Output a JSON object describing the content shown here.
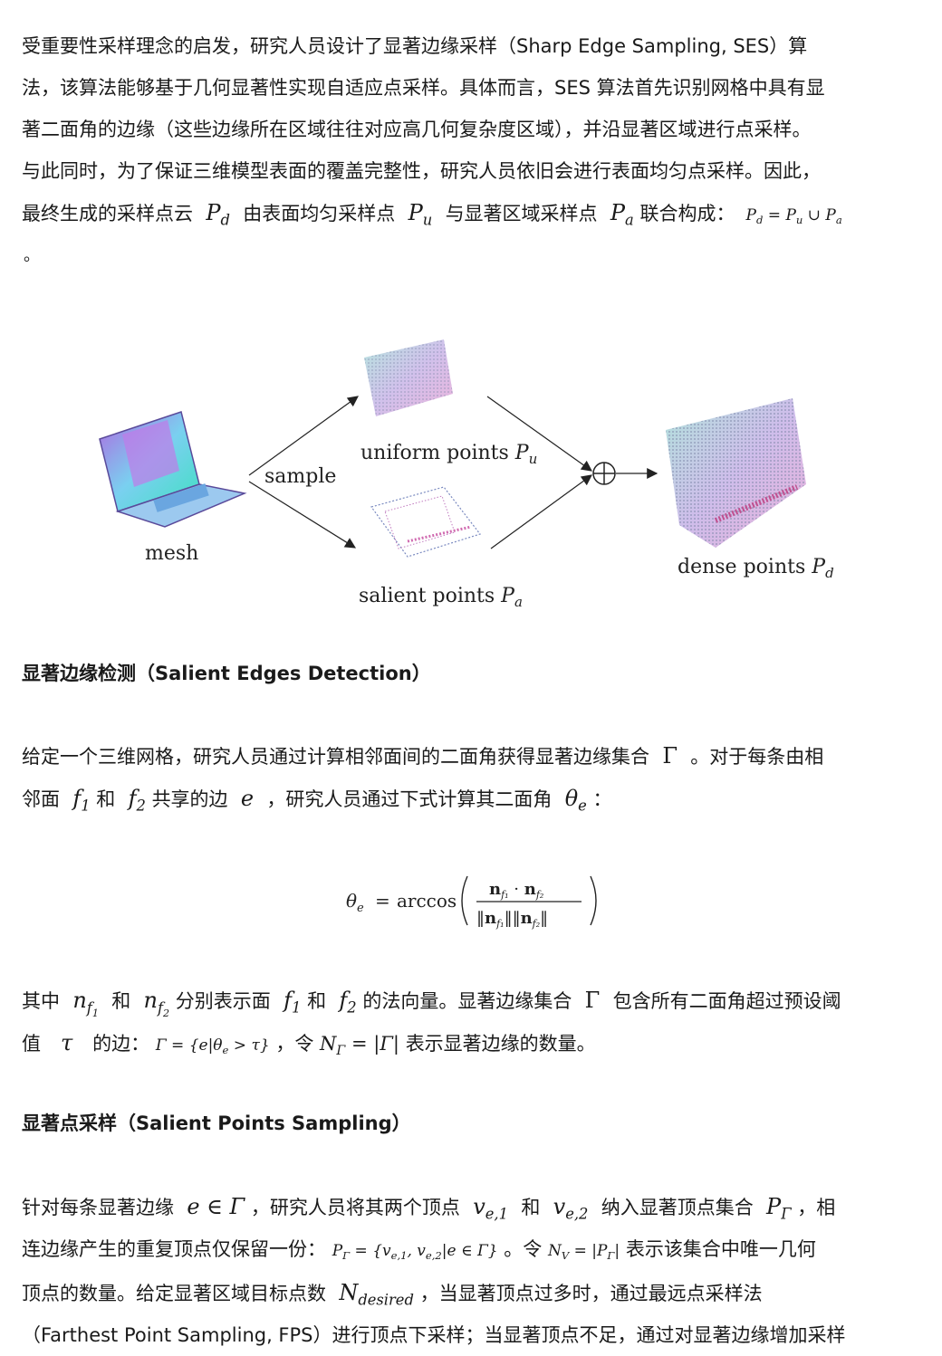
{
  "p1": {
    "l1": "受重要性采样理念的启发，研究人员设计了显著边缘采样（Sharp Edge Sampling, SES）算",
    "l2": "法，该算法能够基于几何显著性实现自适应点采样。具体而言，SES 算法首先识别网格中具有显",
    "l3": "著二面角的边缘（这些边缘所在区域往往对应高几何复杂度区域），并沿显著区域进行点采样。",
    "l4": "与此同时，为了保证三维模型表面的覆盖完整性，研究人员依旧会进行表面均匀点采样。因此，",
    "l5a": "最终生成的采样点云",
    "l5b": "由表面均匀采样点",
    "l5c": "与显著区域采样点",
    "l5d": "联合构成：",
    "tail": "。"
  },
  "figure": {
    "mesh": "mesh",
    "sample": "sample",
    "uniform": "uniform points",
    "salient": "salient points",
    "dense": "dense points"
  },
  "h1": "显著边缘检测（Salient Edges Detection）",
  "p2": {
    "l1a": "给定一个三维网格，研究人员通过计算相邻面间的二面角获得显著边缘集合",
    "l1b": "。对于每条由相",
    "l2a": "邻面",
    "l2b": "和",
    "l2c": "共享的边",
    "l2d": "，研究人员通过下式计算其二面角",
    "l2e": "："
  },
  "formula": {
    "func": "arccos"
  },
  "p3": {
    "l1a": "其中",
    "l1b": "和",
    "l1c": "分别表示面",
    "l1d": "和",
    "l1e": "的法向量。显著边缘集合",
    "l1f": "包含所有二面角超过预设阈",
    "l2a": "值",
    "l2b": "的边：",
    "l2c": "，令",
    "l2d": "表示显著边缘的数量。"
  },
  "h2": "显著点采样（Salient Points Sampling）",
  "p4": {
    "l1a": "针对每条显著边缘",
    "l1b": "，研究人员将其两个顶点",
    "l1c": "和",
    "l1d": "纳入显著顶点集合",
    "l1e": "，相",
    "l2a": "连边缘产生的重复顶点仅保留一份：",
    "l2b": "。令",
    "l2c": "表示该集合中唯一几何",
    "l3a": "顶点的数量。给定显著区域目标点数",
    "l3b": "，当显著顶点过多时，通过最远点采样法",
    "l4": "（Farthest Point Sampling, FPS）进行顶点下采样；当显著顶点不足，通过对显著边缘增加采样"
  }
}
